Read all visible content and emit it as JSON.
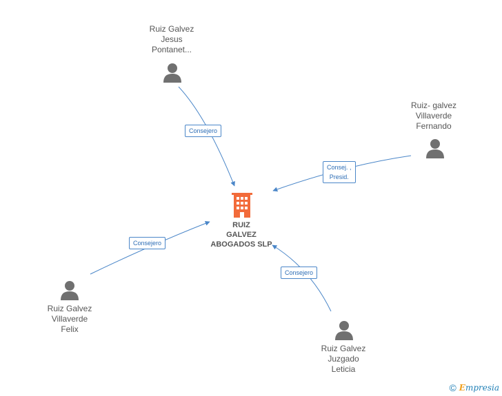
{
  "colors": {
    "edge": "#4a86c8",
    "person_icon": "#707070",
    "company_icon": "#f26b3a",
    "label": "#555555"
  },
  "company": {
    "name": "RUIZ\nGALVEZ\nABOGADOS SLP",
    "icon": "building-icon"
  },
  "people": [
    {
      "id": "p1",
      "name": "Ruiz Galvez\nJesus\nPontanet...",
      "icon": "person-icon"
    },
    {
      "id": "p2",
      "name": "Ruiz- galvez\nVillaverde\nFernando",
      "icon": "person-icon"
    },
    {
      "id": "p3",
      "name": "Ruiz Galvez\nVillaverde\nFelix",
      "icon": "person-icon"
    },
    {
      "id": "p4",
      "name": "Ruiz Galvez\nJuzgado\nLeticia",
      "icon": "person-icon"
    }
  ],
  "relations": [
    {
      "from": "p1",
      "label": "Consejero"
    },
    {
      "from": "p2",
      "label": "Consej. ,\nPresid."
    },
    {
      "from": "p3",
      "label": "Consejero"
    },
    {
      "from": "p4",
      "label": "Consejero"
    }
  ],
  "footer": {
    "copyright": "©",
    "brand_initial": "E",
    "brand_rest": "mpresia",
    "icon": "copyright-icon"
  }
}
